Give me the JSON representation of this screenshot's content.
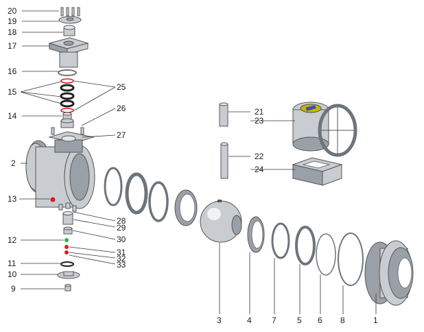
{
  "callouts": {
    "n1": "1",
    "n2": "2",
    "n3": "3",
    "n4": "4",
    "n5": "5",
    "n6": "6",
    "n7": "7",
    "n8": "8",
    "n9": "9",
    "n10": "10",
    "n11": "11",
    "n12": "12",
    "n13": "13",
    "n14": "14",
    "n15": "15",
    "n16": "16",
    "n17": "17",
    "n18": "18",
    "n19": "19",
    "n20": "20",
    "n21": "21",
    "n22": "22",
    "n23": "23",
    "n24": "24",
    "n25": "25",
    "n26": "26",
    "n27": "27",
    "n28": "28",
    "n29": "29",
    "n30": "30",
    "n31": "31",
    "n32": "32",
    "n33": "33"
  },
  "colors": {
    "metal": "#c9cdd2",
    "seal_red": "#d62020",
    "seal_black": "#222222",
    "o_ring_green": "#2fb24a",
    "indicator_yellow": "#c8b400",
    "indicator_blue": "#3a4fb0"
  }
}
